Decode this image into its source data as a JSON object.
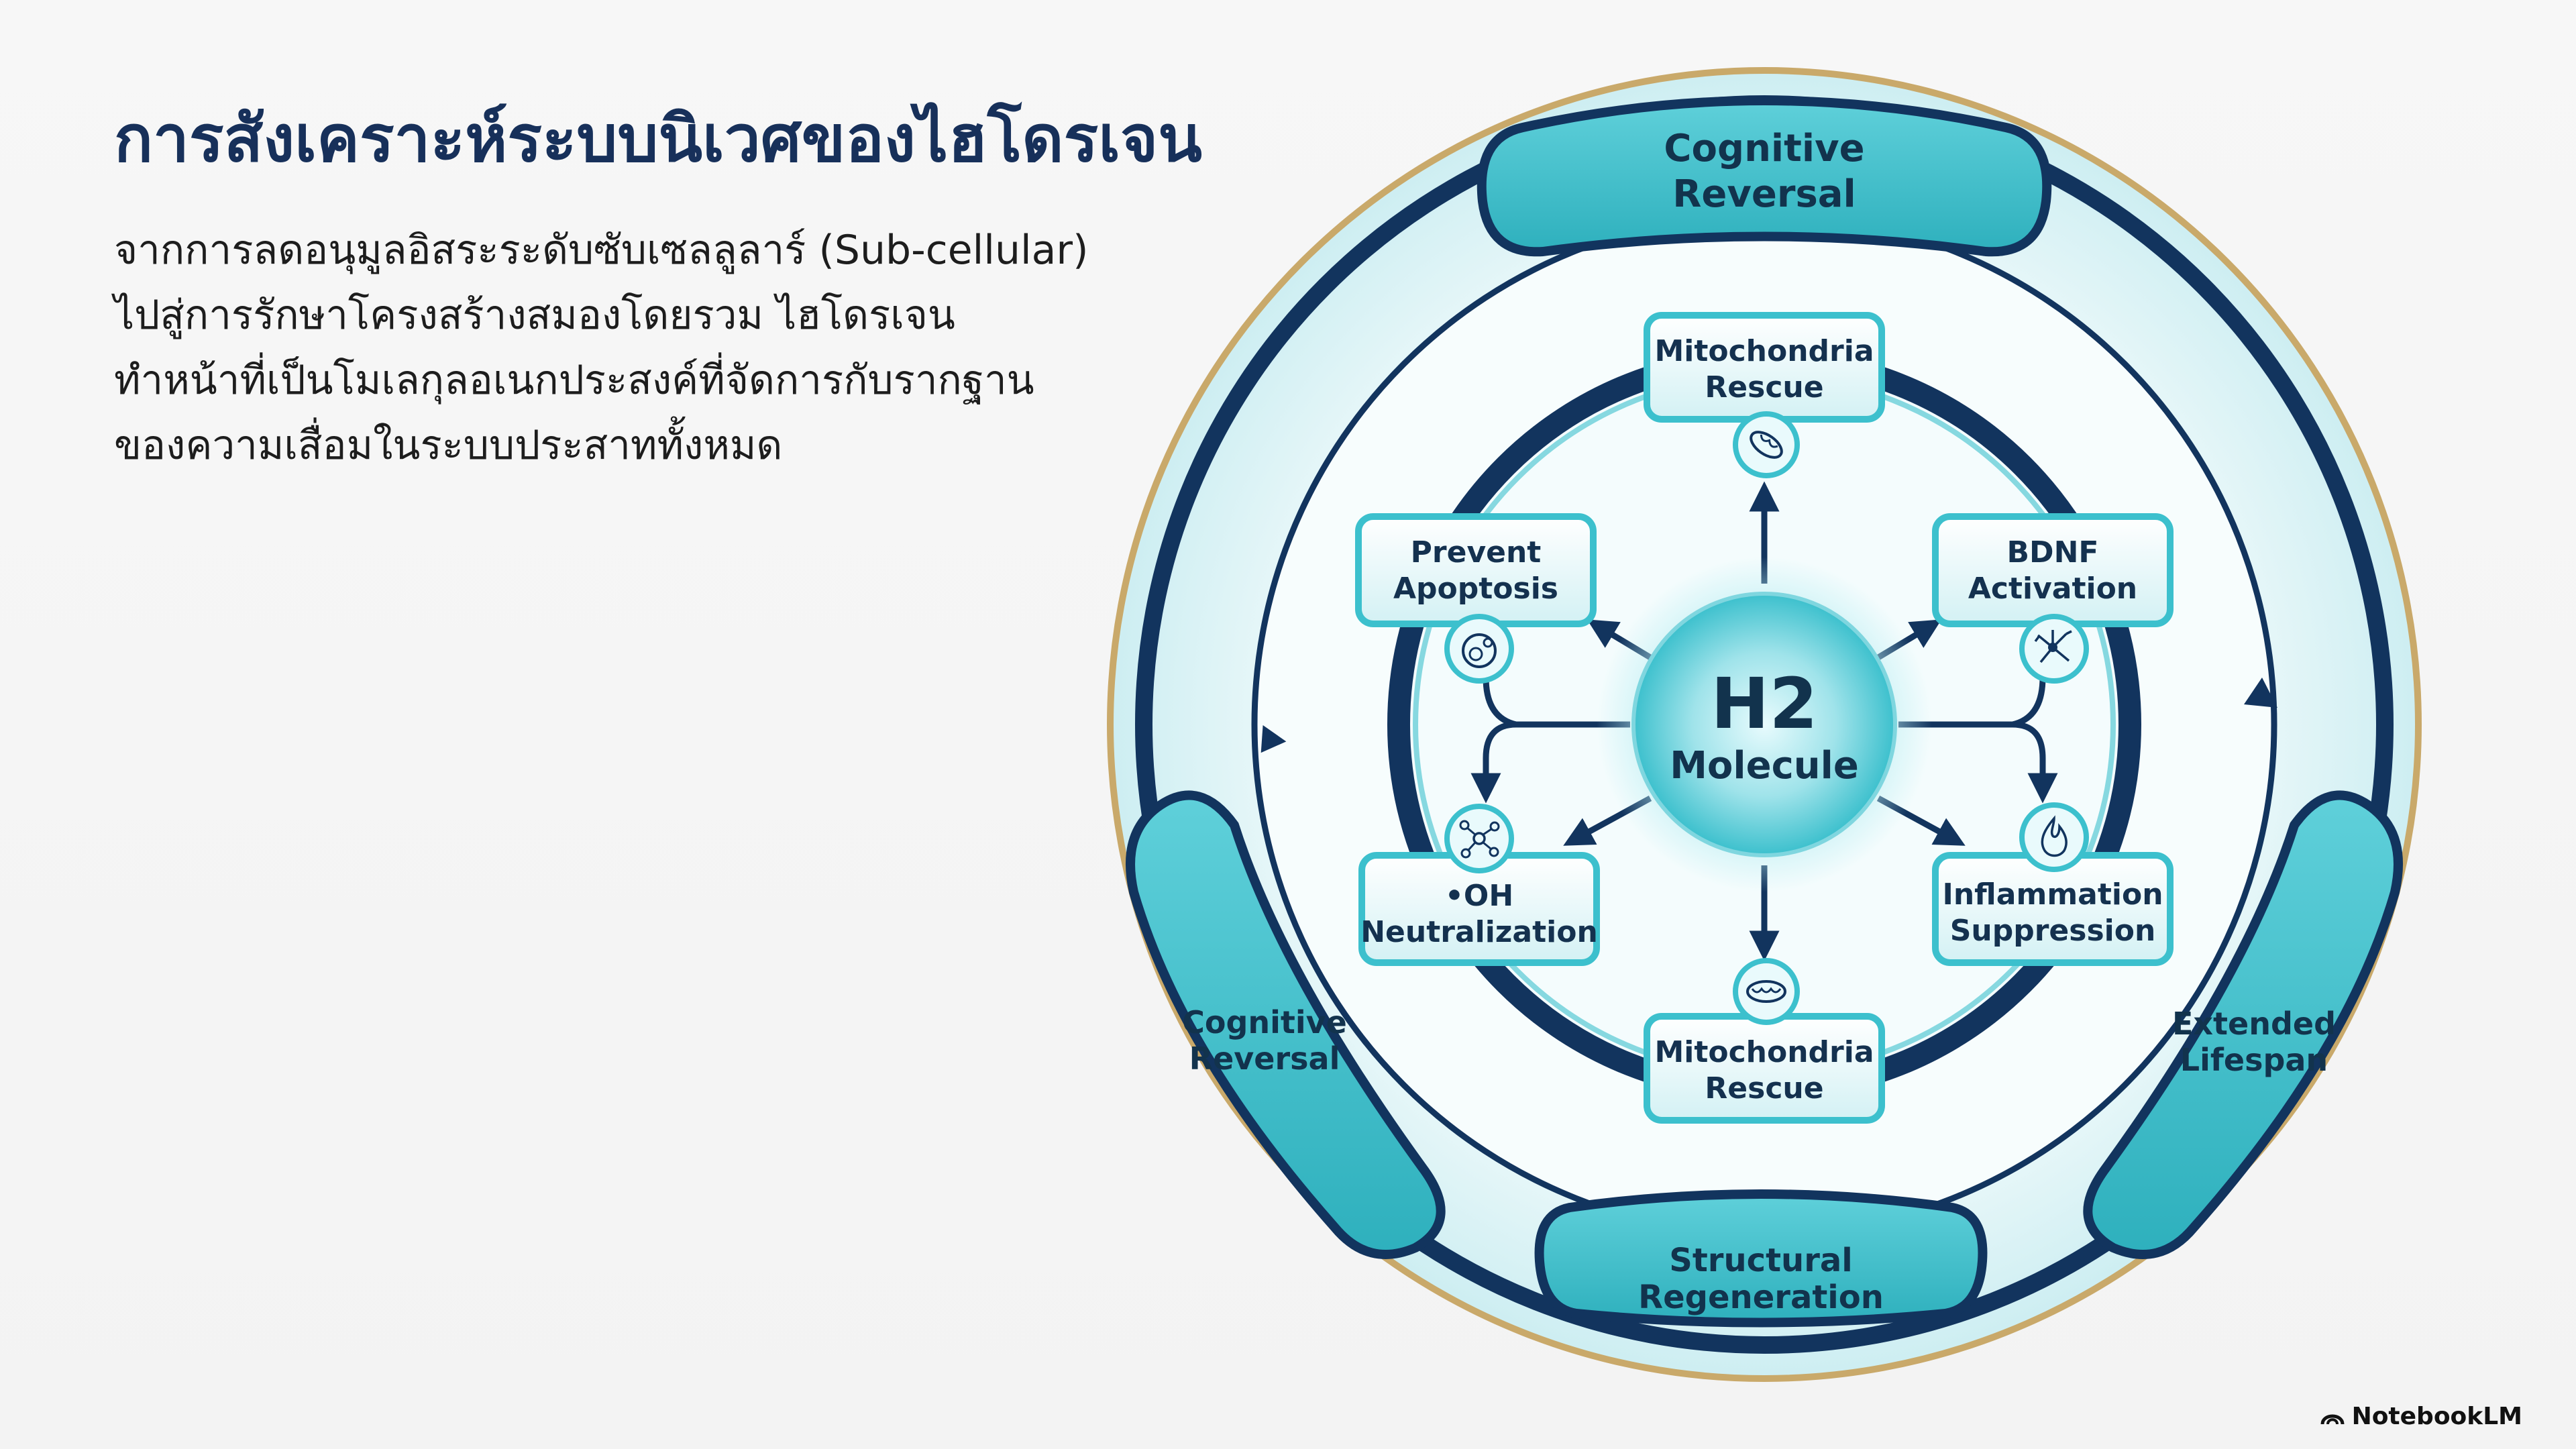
{
  "title": "การสังเคราะห์ระบบนิเวศของไฮโดรเจน",
  "description_lines": [
    "จากการลดอนุมูลอิสระระดับซับเซลลูลาร์ (Sub-cellular)",
    "ไปสู่การรักษาโครงสร้างสมองโดยรวม ไฮโดรเจน",
    "ทำหน้าที่เป็นโมเลกุลอเนกประสงค์ที่จัดการกับรากฐาน",
    "ของความเสื่อมในระบบประสาททั้งหมด"
  ],
  "center": {
    "line1": "H2",
    "line2": "Molecule"
  },
  "inner_nodes": {
    "top": [
      "Mitochondria",
      "Rescue"
    ],
    "upper_left": [
      "Prevent",
      "Apoptosis"
    ],
    "upper_right": [
      "BDNF",
      "Activation"
    ],
    "lower_left": [
      "•OH",
      "Neutralization"
    ],
    "lower_right": [
      "Inflammation",
      "Suppression"
    ],
    "bottom": [
      "Mitochondria",
      "Rescue"
    ]
  },
  "outer_nodes": {
    "top": [
      "Cognitive",
      "Reversal"
    ],
    "left": [
      "Cognitive",
      "Reversal"
    ],
    "right": [
      "Extended",
      "Lifespan"
    ],
    "bottom": [
      "Structural",
      "Regeneration"
    ]
  },
  "icons": {
    "top": "mitochondria-icon",
    "upper_left": "cell-icon",
    "upper_right": "neuron-icon",
    "lower_left": "molecule-icon",
    "lower_right": "flame-icon",
    "bottom": "mitochondria-icon"
  },
  "colors": {
    "navy": "#12345e",
    "teal": "#36b9c4",
    "teal_light": "#c9eef1",
    "gold": "#c9a96a",
    "title": "#17305a"
  },
  "brand": "NotebookLM"
}
